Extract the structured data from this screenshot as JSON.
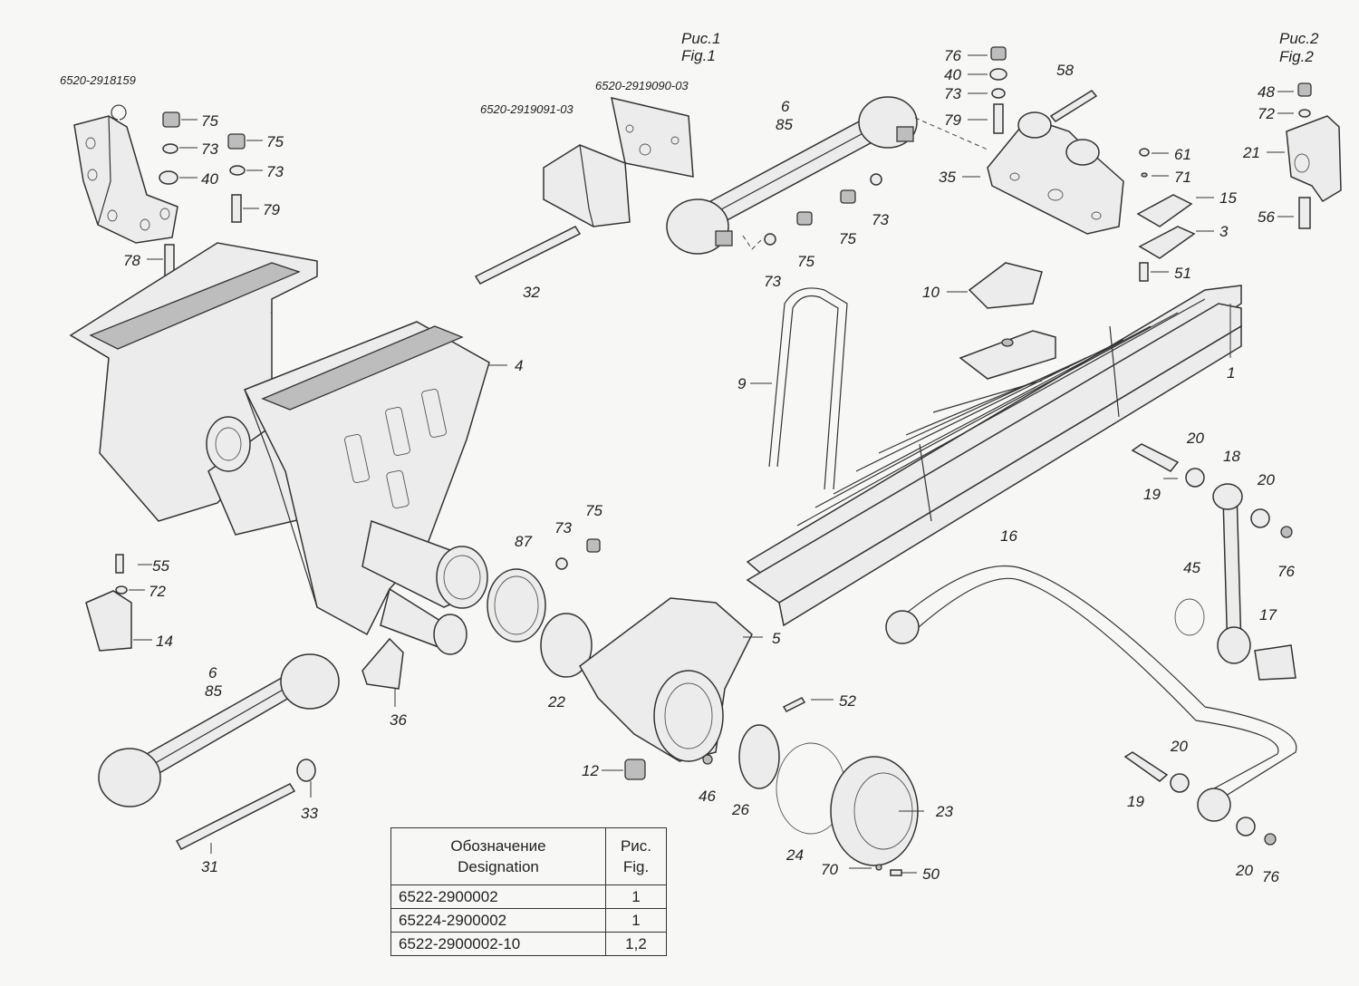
{
  "figures": {
    "fig1_ru": "Рис.1",
    "fig1_en": "Fig.1",
    "fig2_ru": "Рис.2",
    "fig2_en": "Fig.2"
  },
  "part_numbers": {
    "bracket_left": "6520-2918159",
    "bracket_fig1_a": "6520-2919091-03",
    "bracket_fig1_b": "6520-2919090-03"
  },
  "callouts": [
    "75",
    "73",
    "75",
    "40",
    "73",
    "79",
    "78",
    "76",
    "40",
    "73",
    "79",
    "58",
    "6",
    "85",
    "35",
    "73",
    "75",
    "75",
    "73",
    "32",
    "61",
    "71",
    "15",
    "3",
    "51",
    "48",
    "72",
    "21",
    "56",
    "10",
    "1",
    "4",
    "9",
    "20",
    "18",
    "19",
    "20",
    "76",
    "45",
    "17",
    "16",
    "73",
    "75",
    "87",
    "55",
    "72",
    "14",
    "5",
    "22",
    "52",
    "6",
    "85",
    "36",
    "12",
    "46",
    "26",
    "24",
    "23",
    "70",
    "50",
    "33",
    "31",
    "19",
    "20",
    "20",
    "76"
  ],
  "table": {
    "header_ru": "Обозначение",
    "header_en": "Designation",
    "header_fig_ru": "Рис.",
    "header_fig_en": "Fig.",
    "rows": [
      {
        "designation": "6522-2900002",
        "fig": "1"
      },
      {
        "designation": "65224-2900002",
        "fig": "1"
      },
      {
        "designation": "6522-2900002-10",
        "fig": "1,2"
      }
    ]
  }
}
